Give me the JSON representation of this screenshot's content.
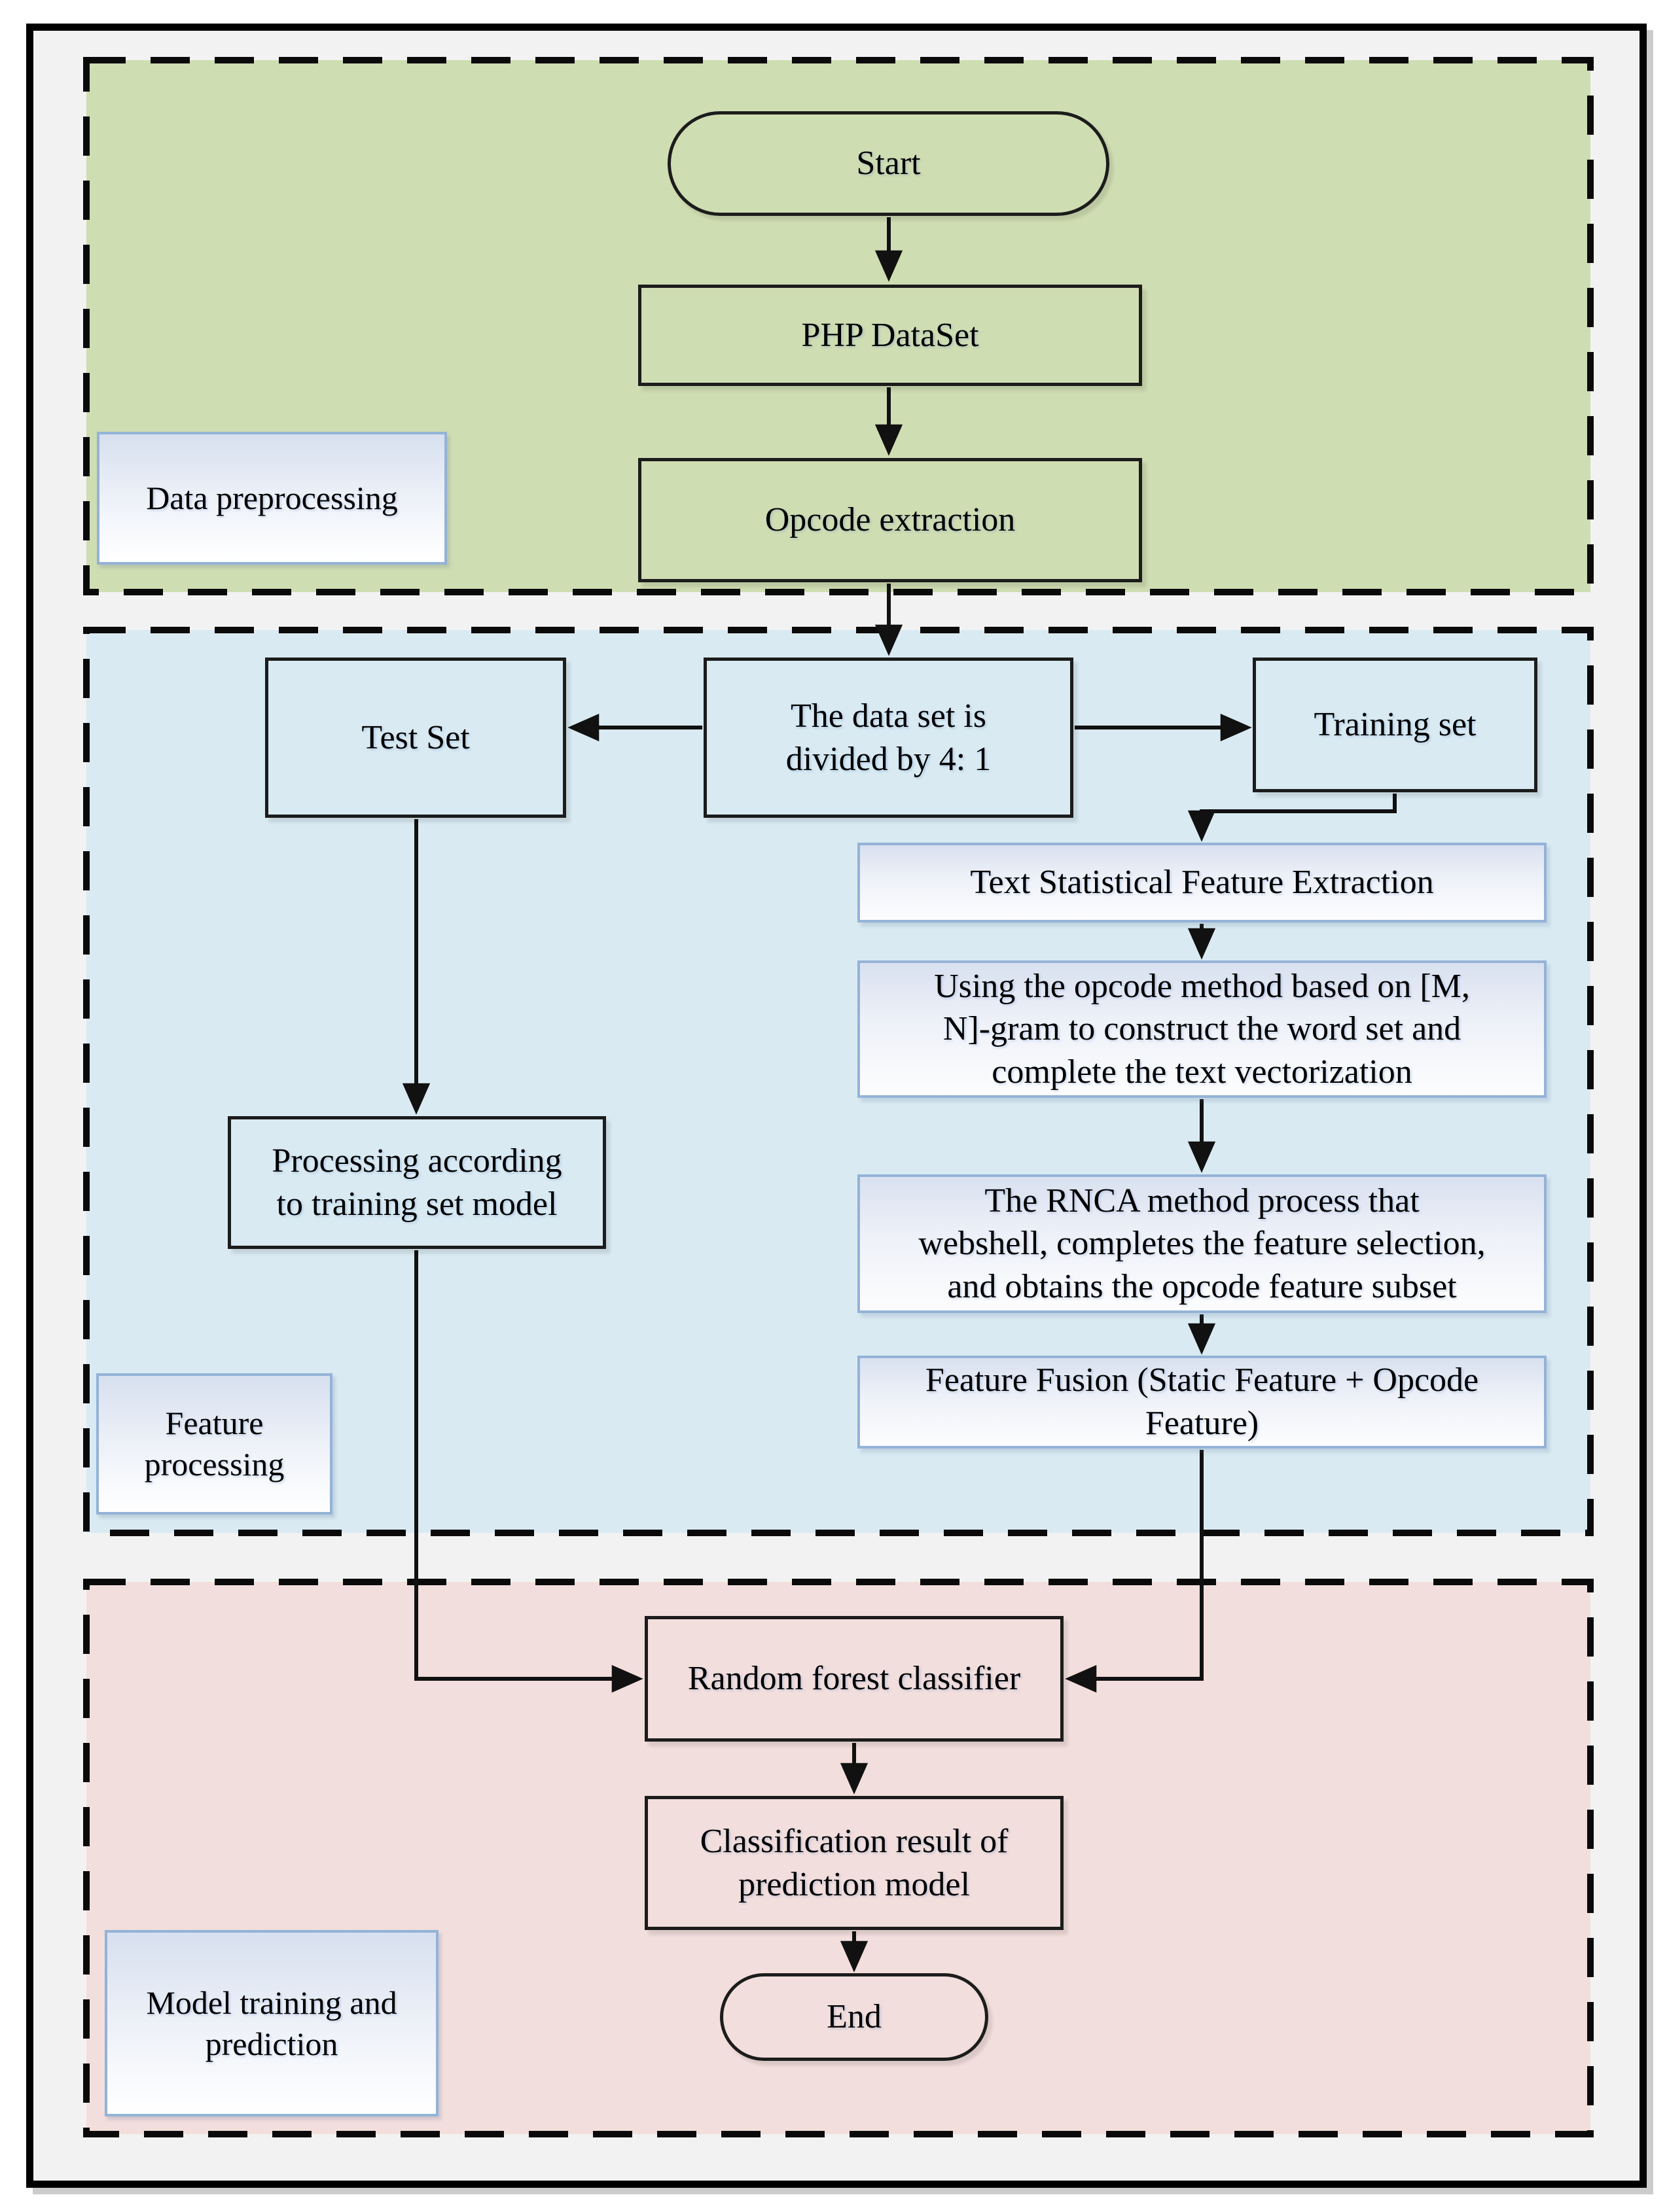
{
  "figure": {
    "type": "flowchart",
    "colors": {
      "section_green": "#cfddb2",
      "section_blue": "#d9eaf2",
      "section_pink": "#f2dedc",
      "accent_border": "#94b3d7",
      "box_border": "#1c1c1c",
      "connector": "#111111"
    },
    "sections": [
      {
        "name": "data-preprocessing",
        "label": "Data preprocessing"
      },
      {
        "name": "feature-processing",
        "label": [
          "Feature",
          "processing"
        ]
      },
      {
        "name": "model-training-and-prediction",
        "label": [
          "Model training and",
          "prediction"
        ]
      }
    ],
    "nodes": {
      "start": {
        "label": "Start"
      },
      "php_dataset": {
        "label": "PHP DataSet"
      },
      "opcode_extraction": {
        "label": "Opcode extraction"
      },
      "data_split": {
        "lines": [
          "The data set is",
          "divided by 4: 1"
        ]
      },
      "test_set": {
        "label": "Test Set"
      },
      "training_set": {
        "label": "Training set"
      },
      "text_stat": {
        "label": "Text Statistical Feature Extraction"
      },
      "ngram": {
        "lines": [
          "Using the opcode method based on [M,",
          "N]-gram to construct the word set and",
          "complete the text vectorization"
        ]
      },
      "rnca": {
        "lines": [
          "The RNCA method process that",
          "webshell, completes the feature selection,",
          "and obtains the opcode feature subset"
        ]
      },
      "fusion": {
        "lines": [
          "Feature Fusion (Static Feature + Opcode",
          "Feature)"
        ]
      },
      "processing_model": {
        "lines": [
          "Processing according",
          "to training set model"
        ]
      },
      "random_forest": {
        "label": "Random forest classifier"
      },
      "classification": {
        "lines": [
          "Classification result of",
          "prediction model"
        ]
      },
      "end": {
        "label": "End"
      }
    }
  }
}
